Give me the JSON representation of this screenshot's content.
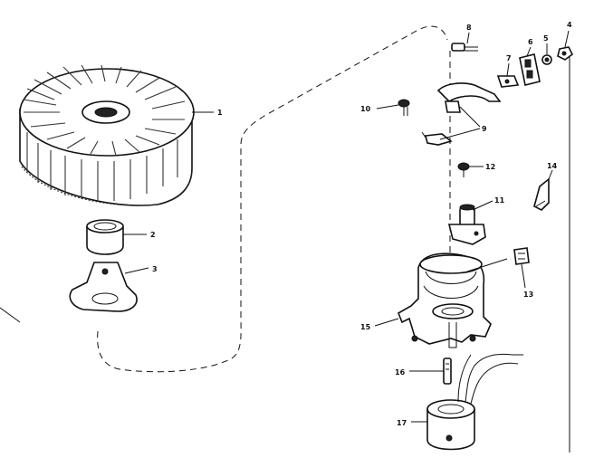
{
  "colors": {
    "ink": "#111111",
    "paper": "#ffffff"
  },
  "callouts": {
    "c1": "1",
    "c2": "2",
    "c3": "3",
    "c4": "4",
    "c5": "5",
    "c6": "6",
    "c7": "7",
    "c8": "8",
    "c9": "9",
    "c10": "10",
    "c11": "11",
    "c12": "12",
    "c13": "13",
    "c14": "14",
    "c15": "15",
    "c16": "16",
    "c17": "17"
  }
}
